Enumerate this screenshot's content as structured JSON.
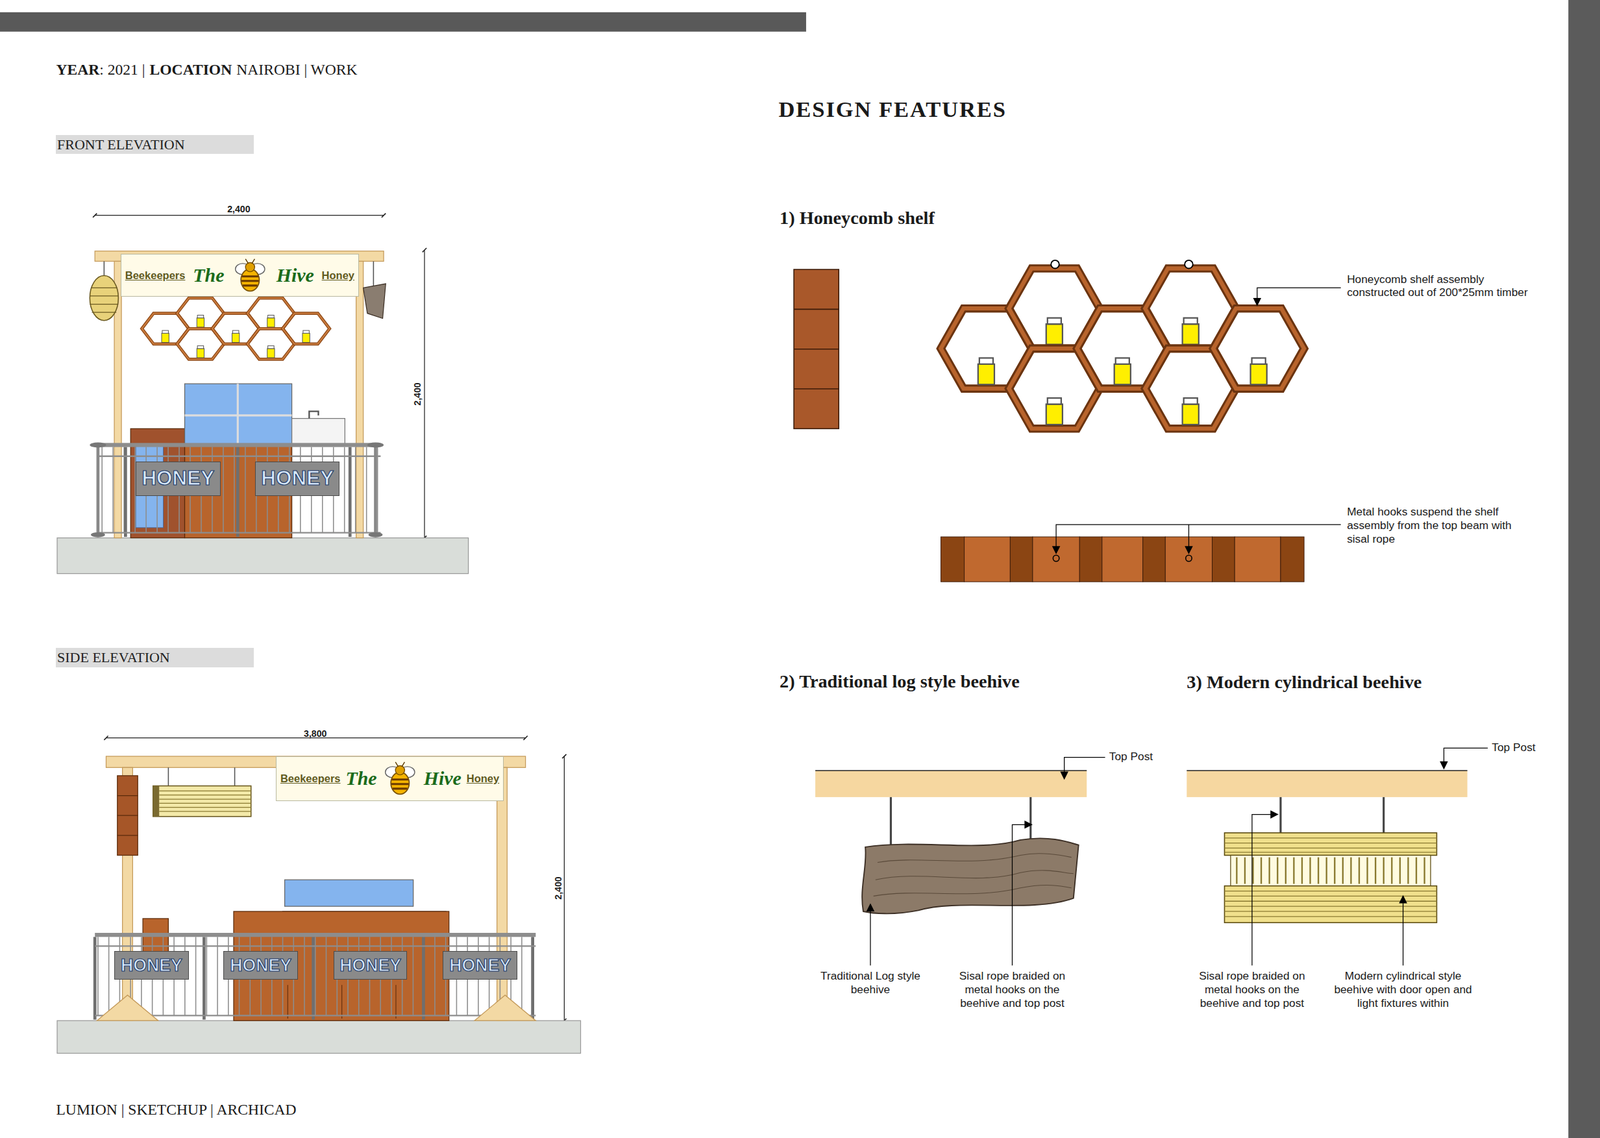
{
  "diagram": {
    "title": "DESIGN FEATURES",
    "nodes": [
      {
        "text": [
          "FRONT ELEVATION"
        ]
      },
      {
        "text": [
          "Beekeepers",
          "The",
          "Hive",
          "Honey"
        ]
      },
      {
        "text": [
          "HONEY"
        ]
      },
      {
        "text": [
          "HONEY"
        ]
      },
      {
        "text": [
          "SIDE ELEVATION"
        ]
      },
      {
        "text": [
          "Beekeepers",
          "The",
          "Hive",
          "Honey"
        ]
      },
      {
        "text": [
          "HONEY"
        ]
      },
      {
        "text": [
          "HONEY"
        ]
      },
      {
        "text": [
          "HONEY"
        ]
      },
      {
        "text": [
          "HONEY"
        ]
      }
    ],
    "labels": [
      "YEAR",
      ": 2021 |",
      "LOCATION",
      "NAIROBI | WORK",
      "2,400",
      "2,400",
      "3,800",
      "2,400",
      "1) Honeycomb shelf",
      "Honeycomb shelf assembly constructed out of 200*25mm timber",
      "Metal hooks suspend the shelf assembly from the top beam with sisal rope",
      "2) Traditional log style beehive",
      "3) Modern cylindrical beehive",
      "Top Post",
      "Traditional Log style beehive",
      "Sisal rope braided on metal hooks on the beehive and top post",
      "Top Post",
      "Sisal rope braided on metal hooks on the beehive and top post",
      "Modern cylindrical style beehive with door open and light fixtures within",
      "LUMION | SKETCHUP | ARCHICAD"
    ]
  }
}
